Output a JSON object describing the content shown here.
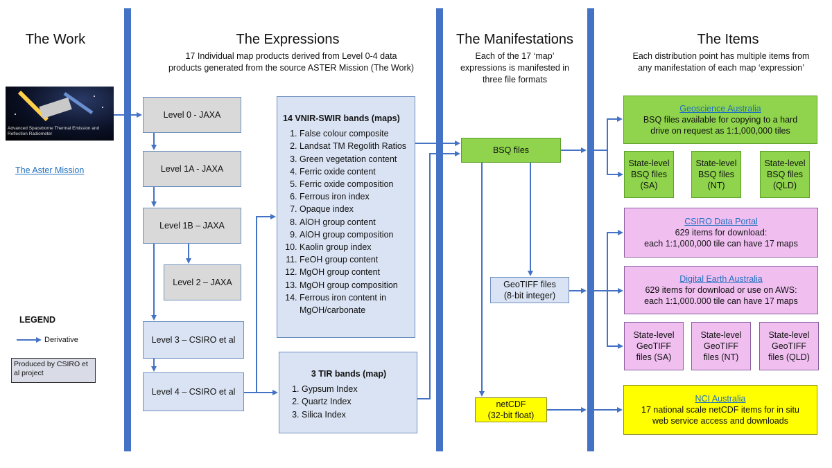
{
  "columns": {
    "work": {
      "title": "The Work"
    },
    "expressions": {
      "title": "The Expressions",
      "subtitle_l1": "17 Individual map products derived from Level 0-4 data",
      "subtitle_l2": "products generated from  the source ASTER Mission (The Work)"
    },
    "manifestations": {
      "title": "The Manifestations",
      "subtitle_l1": "Each of the 17 ‘map’",
      "subtitle_l2": "expressions is manifested in",
      "subtitle_l3": "three file formats"
    },
    "items": {
      "title": "The Items",
      "subtitle_l1": "Each distribution point has multiple items from",
      "subtitle_l2": "any manifestation of each map ‘expression’"
    }
  },
  "aster": {
    "image_caption": "Advanced Spaceborne Thermal Emission and Reflection Radiometer",
    "link": "The Aster Mission"
  },
  "levels": [
    "Level 0 - JAXA",
    "Level 1A - JAXA",
    "Level 1B – JAXA",
    "Level 2 – JAXA",
    "Level 3 – CSIRO et al",
    "Level 4 – CSIRO et al"
  ],
  "vnir": {
    "title": "14 VNIR-SWIR bands (maps)",
    "items": [
      " False colour composite",
      "Landsat TM Regolith Ratios",
      "Green vegetation content",
      "Ferric oxide content",
      "Ferric oxide composition",
      "Ferrous iron index",
      "Opaque index",
      "AlOH group content",
      "AlOH group composition",
      "Kaolin group index",
      "FeOH group content",
      "MgOH group content",
      "MgOH group composition",
      "Ferrous iron content in MgOH/carbonate"
    ]
  },
  "tir": {
    "title": "3 TIR bands (map)",
    "items": [
      "Gypsum Index",
      "Quartz Index",
      "Silica Index"
    ]
  },
  "formats": {
    "bsq": "BSQ  files",
    "geotiff_l1": "GeoTIFF files",
    "geotiff_l2": "(8-bit integer)",
    "netcdf_l1": "netCDF",
    "netcdf_l2": "(32-bit float)"
  },
  "distribution": {
    "ga": {
      "link": "Geoscience Australia",
      "l1": "BSQ files available for copying to a hard",
      "l2": "drive on request as 1:1,000,000 tiles"
    },
    "bsq_states": [
      [
        "State-level",
        "BSQ files",
        "(SA)"
      ],
      [
        "State-level",
        "BSQ files",
        "(NT)"
      ],
      [
        "State-level",
        "BSQ files",
        "(QLD)"
      ]
    ],
    "csiro": {
      "link": "CSIRO Data Portal",
      "l1": "629 items for download:",
      "l2": "each  1:1,000,000 tile can have 17 maps"
    },
    "dea": {
      "link": "Digital Earth Australia",
      "l1": "629 items for download or use on AWS:",
      "l2": "each 1:1,000.000 tile can have 17 maps"
    },
    "geotiff_states": [
      [
        "State-level",
        "GeoTIFF",
        "files (SA)"
      ],
      [
        "State-level",
        "GeoTIFF",
        "files (NT)"
      ],
      [
        "State-level",
        "GeoTIFF",
        "files (QLD)"
      ]
    ],
    "nci": {
      "link": "NCI Australia",
      "l1": "17 national scale netCDF items for in situ",
      "l2": "web service access and downloads"
    }
  },
  "legend": {
    "title": "LEGEND",
    "derivative": "Derivative",
    "produced_by": "Produced by CSIRO et al project"
  },
  "colors": {
    "bar": "#4472c4",
    "arrow": "#4472c4",
    "green": "#8fd44c",
    "pink": "#f0bff0",
    "yellow": "#ffff00"
  }
}
